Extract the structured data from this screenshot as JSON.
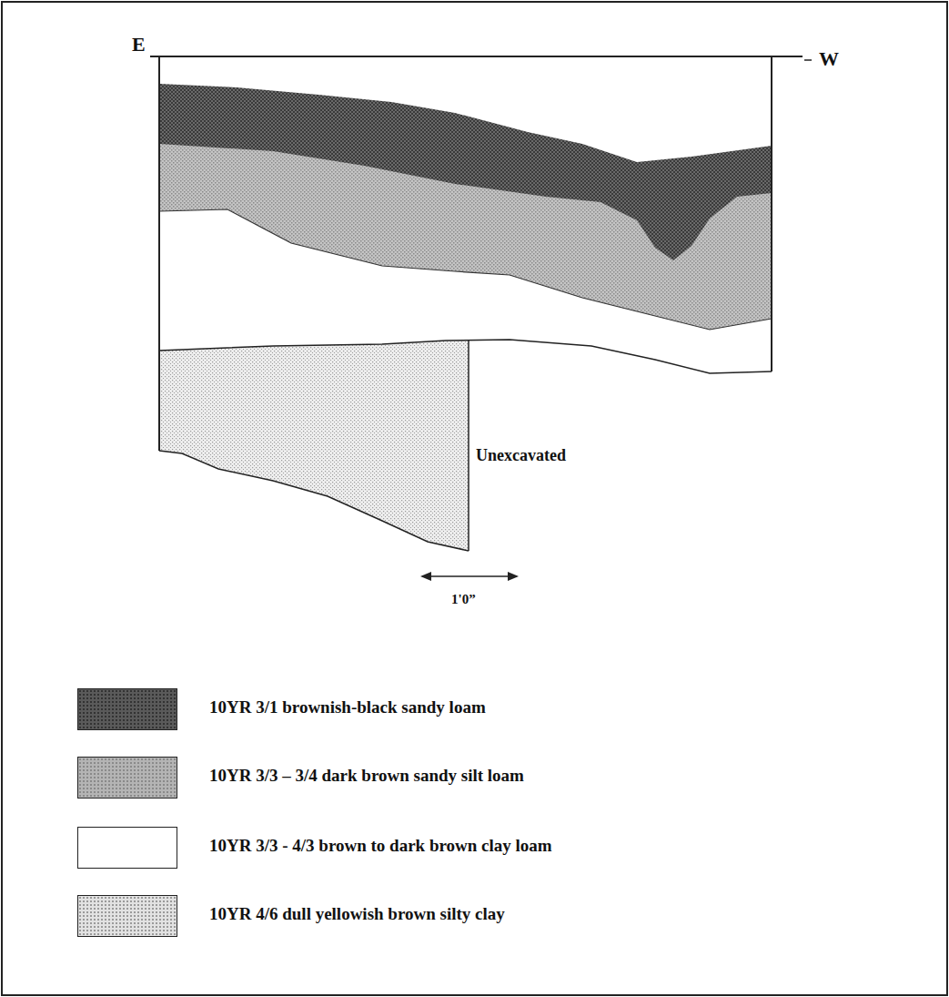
{
  "diagram": {
    "labels": [
      "E",
      "W",
      "Unexcavated",
      "1'0”"
    ],
    "legend": [
      {
        "text": "10YR 3/1 brownish-black sandy loam",
        "color": "#5a5a5a"
      },
      {
        "text": "10YR 3/3 – 3/4 dark brown sandy silt loam",
        "color": "#b4b4b4"
      },
      {
        "text": "10YR 3/3 - 4/3 brown to  dark brown clay loam",
        "color": "#ffffff"
      },
      {
        "text": "10YR 4/6 dull yellowish brown silty clay",
        "color": "#e2e2e2"
      }
    ]
  }
}
